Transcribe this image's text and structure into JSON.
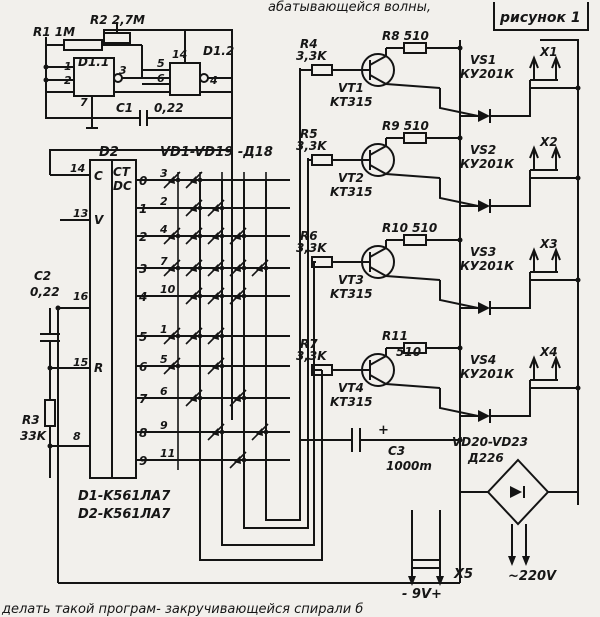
{
  "header_text": "абатывающейся    волны,",
  "figure_label": "рисунок 1",
  "timer": {
    "r1": "R1 1M",
    "r2": "R2 2,7M",
    "d11": "D1.1",
    "d12": "D1.2",
    "c1": "C1",
    "c1_val": "0,22",
    "pins": {
      "p1": "1",
      "p2": "2",
      "p3": "3",
      "p7": "7",
      "p14": "14",
      "p5": "5",
      "p6": "6",
      "p4": "4"
    }
  },
  "counter": {
    "name": "D2",
    "ct": "CT",
    "dc": "DC",
    "c": "C",
    "v": "V",
    "r": "R",
    "pin14": "14",
    "pin13": "13",
    "pin16": "16",
    "pin15": "15",
    "pin8": "8",
    "outputs": [
      "0",
      "1",
      "2",
      "3",
      "4",
      "5",
      "6",
      "7",
      "8",
      "9"
    ],
    "out_pins": [
      "3",
      "2",
      "4",
      "7",
      "10",
      "1",
      "5",
      "6",
      "9",
      "11"
    ]
  },
  "diodes_label": "VD1-VD19 -Д18",
  "c2": {
    "name": "C2",
    "val": "0,22"
  },
  "r3": {
    "name": "R3",
    "val": "33K"
  },
  "ics": [
    "D1-K561ЛА7",
    "D2-K561ЛА7"
  ],
  "channels": [
    {
      "rb": "R4",
      "rb_val": "3,3K",
      "rc": "R8 510",
      "vt": "VT1",
      "vt_type": "KT315",
      "vs": "VS1",
      "vs_type": "КУ201К",
      "x": "X1"
    },
    {
      "rb": "R5",
      "rb_val": "3,3K",
      "rc": "R9 510",
      "vt": "VT2",
      "vt_type": "KT315",
      "vs": "VS2",
      "vs_type": "КУ201К",
      "x": "X2"
    },
    {
      "rb": "R6",
      "rb_val": "3,3K",
      "rc": "R10 510",
      "vt": "VT3",
      "vt_type": "KT315",
      "vs": "VS3",
      "vs_type": "КУ201К",
      "x": "X3"
    },
    {
      "rb": "R7",
      "rb_val": "3,3K",
      "rc": "R11",
      "rc_val": "510",
      "vt": "VT4",
      "vt_type": "KT315",
      "vs": "VS4",
      "vs_type": "КУ201К",
      "x": "X4"
    }
  ],
  "c3": {
    "name": "C3",
    "val": "1000m",
    "plus": "+"
  },
  "bridge": {
    "name": "VD20-VD23",
    "type": "Д226"
  },
  "supply": {
    "x5": "X5",
    "dc": "- 9V+",
    "ac": "~220V"
  },
  "footer_text": "делать  такой  програм-     закручивающейся     спирали       б"
}
